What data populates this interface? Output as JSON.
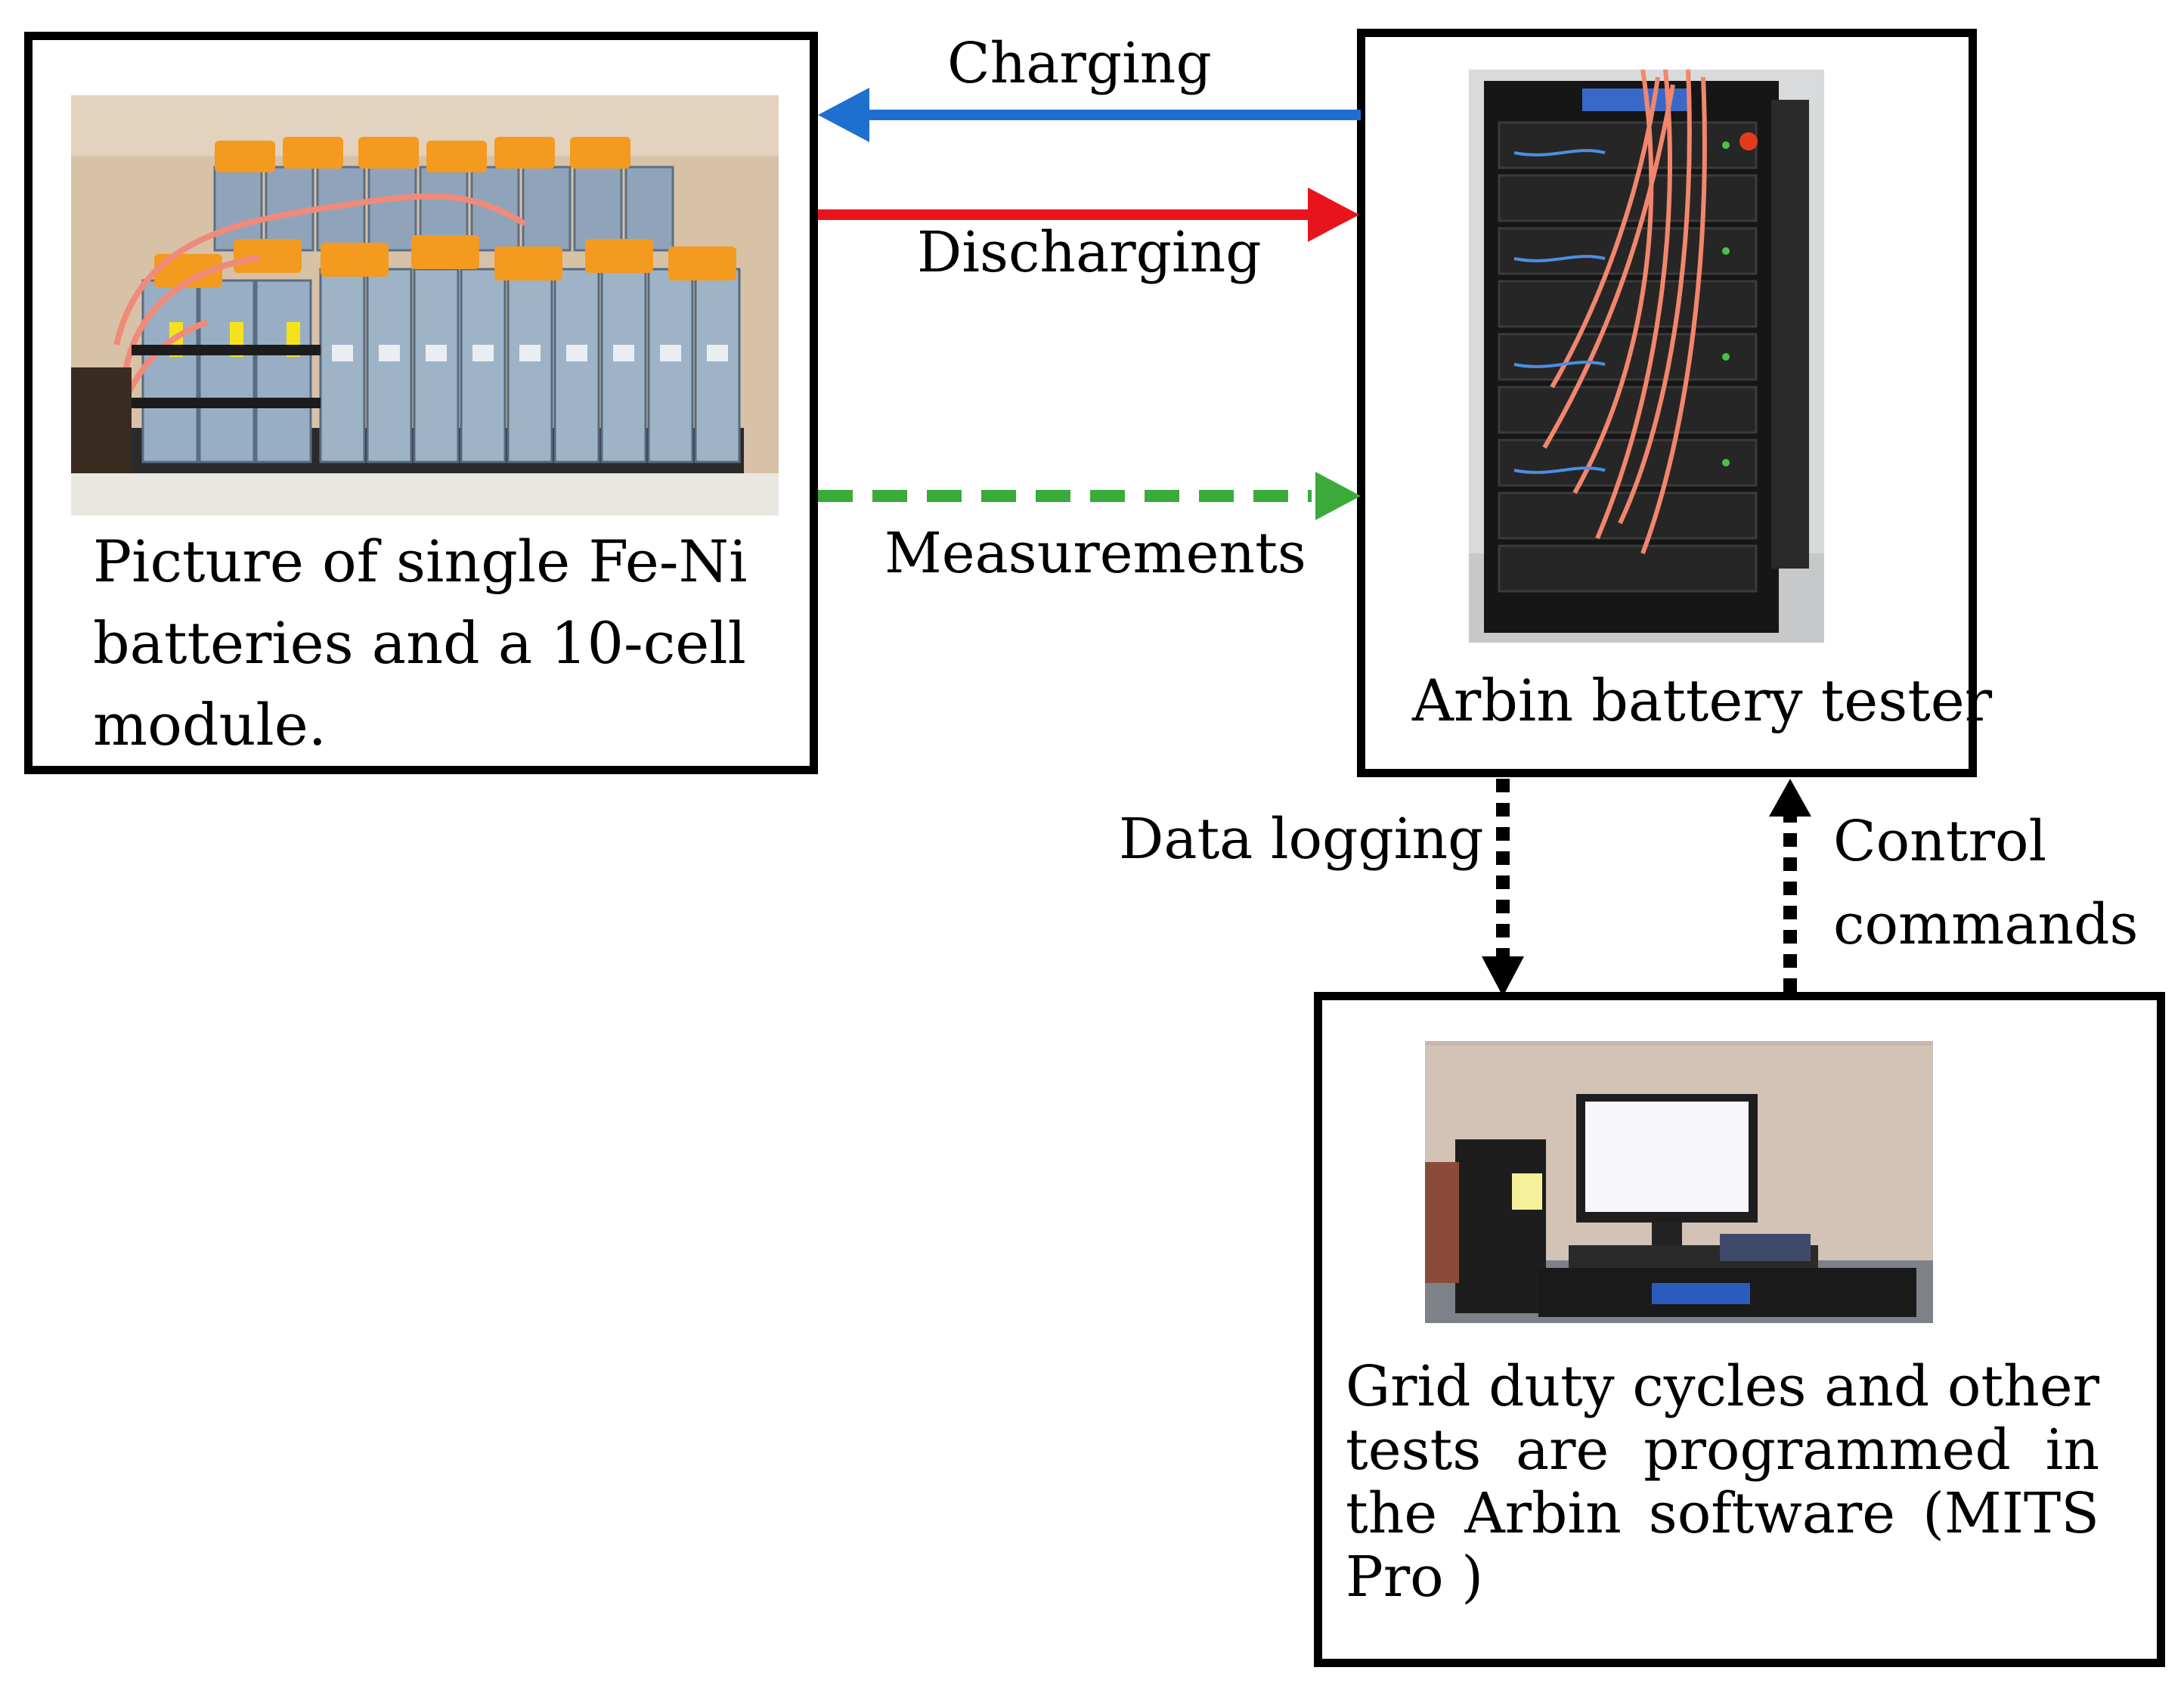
{
  "battery": {
    "caption_lines": [
      "Picture of single Fe-Ni",
      "batteries and a 10-cell",
      "module."
    ]
  },
  "tester": {
    "caption": "Arbin battery tester"
  },
  "software": {
    "caption": "Grid duty cycles and other tests are programmed in the Arbin software (MITS Pro )"
  },
  "links": {
    "charging": "Charging",
    "discharging": "Discharging",
    "measurements": "Measurements",
    "data_logging": "Data logging",
    "control_commands_lines": [
      "Control",
      "commands"
    ]
  },
  "colors": {
    "charging": "#1f6fd0",
    "discharging": "#e8141c",
    "measurements": "#3aab3a",
    "control": "#000000"
  },
  "icons": {
    "battery_photo": "battery-module-photo",
    "tester_photo": "battery-tester-rack-photo",
    "computer_photo": "computer-workstation-photo"
  }
}
